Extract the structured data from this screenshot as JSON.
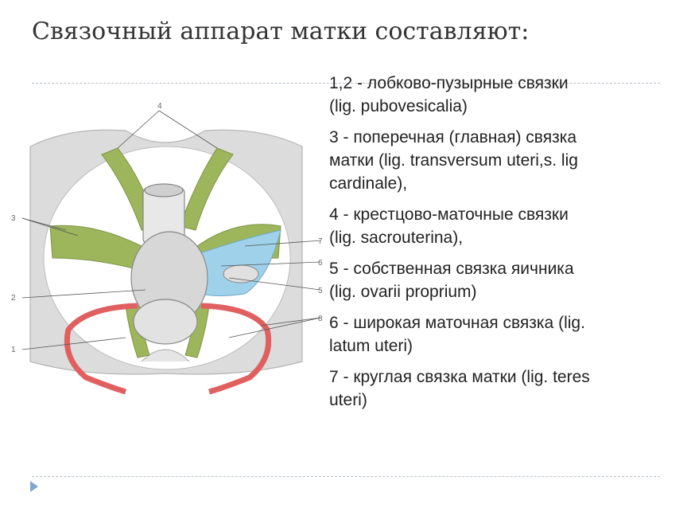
{
  "title": "Связочный аппарат матки составляют:",
  "figure": {
    "labels": [
      "1",
      "2",
      "3",
      "4",
      "5",
      "6",
      "7",
      "8"
    ],
    "colors": {
      "ligament": "#9db65c",
      "tissue": "#dcdcdc",
      "uterus": "#d7d7d7",
      "broad_ligament": "#9fd2ea",
      "round_ligament": "#e06060"
    }
  },
  "legend": [
    {
      "line1": "1,2 - лобково-пузырные связки",
      "line2": "(lig. pubovesicalia)"
    },
    {
      "line1": "3 - поперечная (главная) связка",
      "line2": "матки (lig. transversum uteri,s. lig",
      "line3": "cardinale),"
    },
    {
      "line1": "4 - крестцово-маточные связки",
      "line2": "(lig. sacrouterina),"
    },
    {
      "line1": "5 - собственная связка яичника",
      "line2": "(lig. ovarii proprium)"
    },
    {
      "line1": "6 - широкая маточная связка (lig.",
      "line2": "latum uteri)"
    },
    {
      "line1": "7 - круглая связка матки (lig. teres",
      "line2": "uteri)"
    }
  ]
}
